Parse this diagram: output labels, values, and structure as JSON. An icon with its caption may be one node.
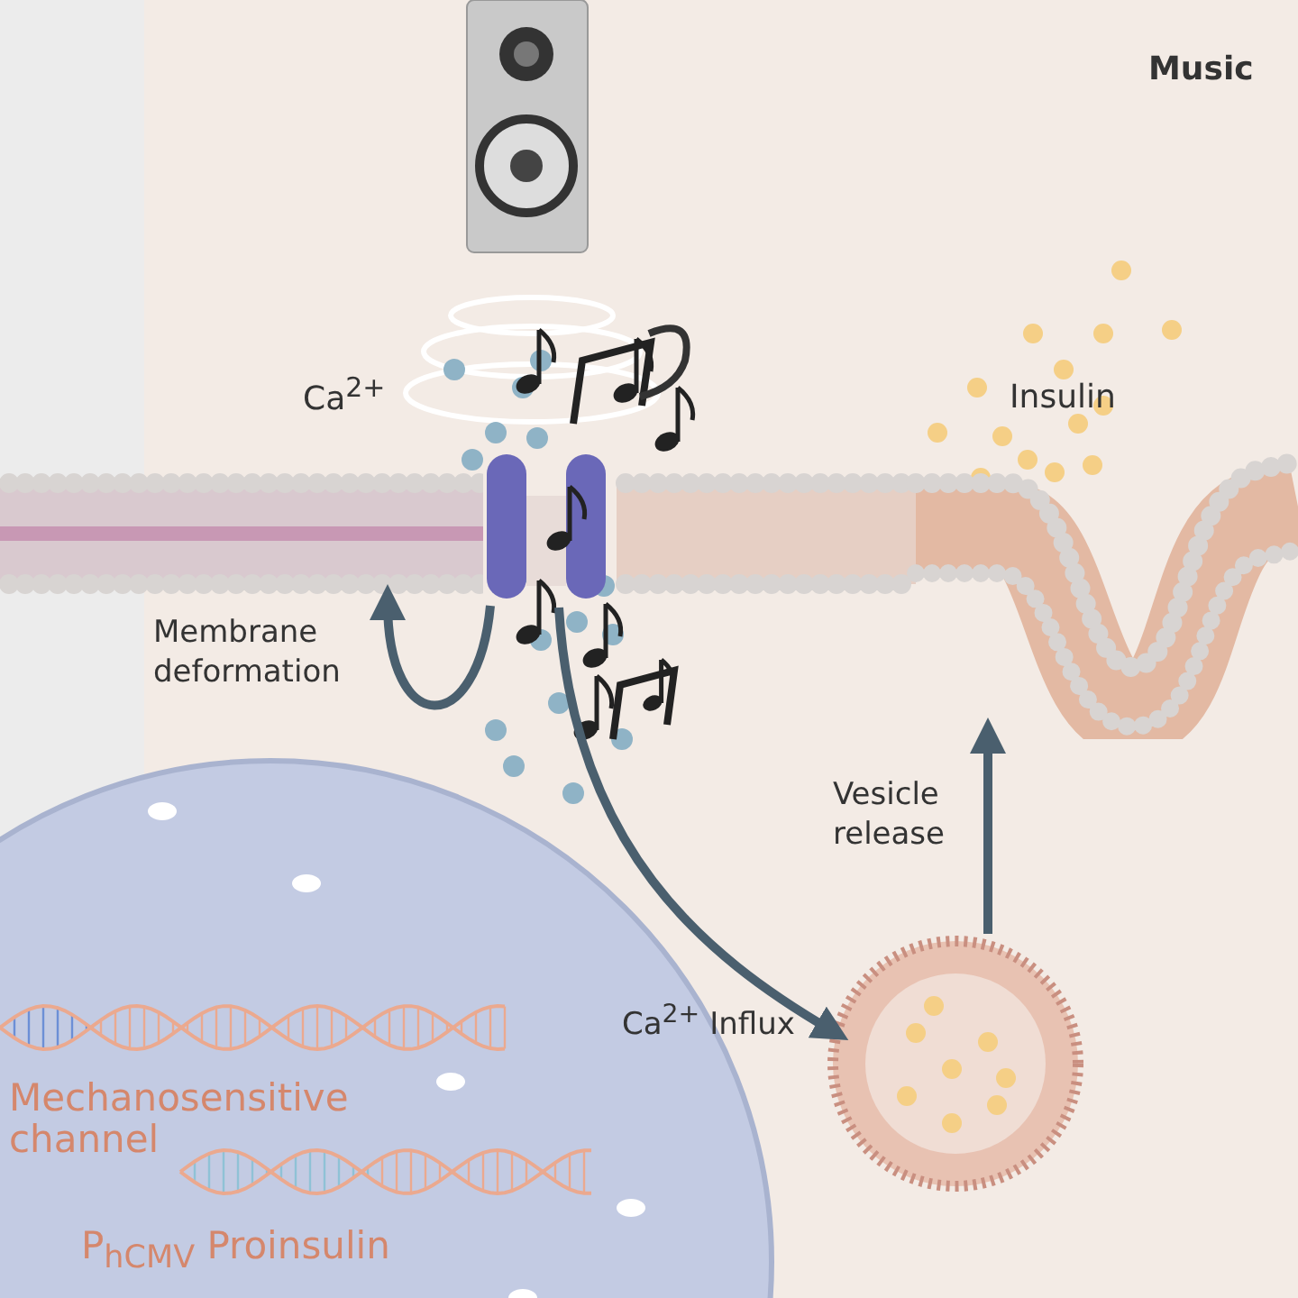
{
  "diagram": {
    "nodes": [
      {
        "text": [],
        "shape": "picture"
      },
      {
        "text": [],
        "shape": "picture"
      },
      {
        "text": [],
        "shape": "picture"
      },
      {
        "text": [],
        "shape": "picture"
      },
      {
        "text": [],
        "shape": "circle"
      },
      {
        "text": [
          "Mechanosensitive channel",
          "P$_{hCMV}$ Proinsulin"
        ]
      }
    ],
    "edges": [
      {
        "from": 2,
        "to": 1,
        "arrow": "to",
        "label": "Membrane deformation"
      },
      {
        "from": 2,
        "to": 4,
        "arrow": "to",
        "label": "Ca$^{2+}$ Influx"
      },
      {
        "from": 4,
        "to": 3,
        "arrow": "to",
        "label": "Vesicle release"
      }
    ],
    "labels": [
      "Music",
      "Ca$^{2+}$",
      "Insulin"
    ]
  }
}
